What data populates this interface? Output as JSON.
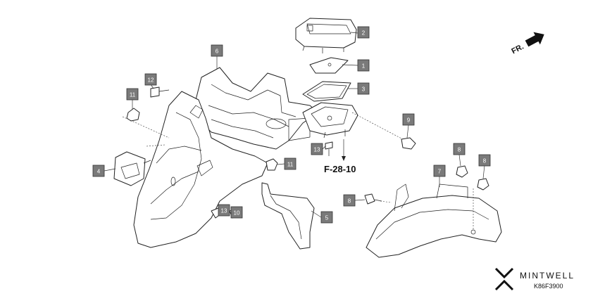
{
  "diagram": {
    "reference_label": "F-28-10",
    "direction_label": "FR.",
    "brand_name": "MINTWELL",
    "diagram_code": "K86F3900",
    "colors": {
      "callout_fill": "#7a7a7a",
      "line": "#222222",
      "background": "#ffffff"
    },
    "callouts": [
      {
        "label": "1"
      },
      {
        "label": "2"
      },
      {
        "label": "3"
      },
      {
        "label": "4"
      },
      {
        "label": "5"
      },
      {
        "label": "6"
      },
      {
        "label": "7"
      },
      {
        "label": "8"
      },
      {
        "label": "8"
      },
      {
        "label": "8"
      },
      {
        "label": "9"
      },
      {
        "label": "10"
      },
      {
        "label": "11"
      },
      {
        "label": "11"
      },
      {
        "label": "12"
      },
      {
        "label": "13"
      },
      {
        "label": "13"
      }
    ]
  }
}
